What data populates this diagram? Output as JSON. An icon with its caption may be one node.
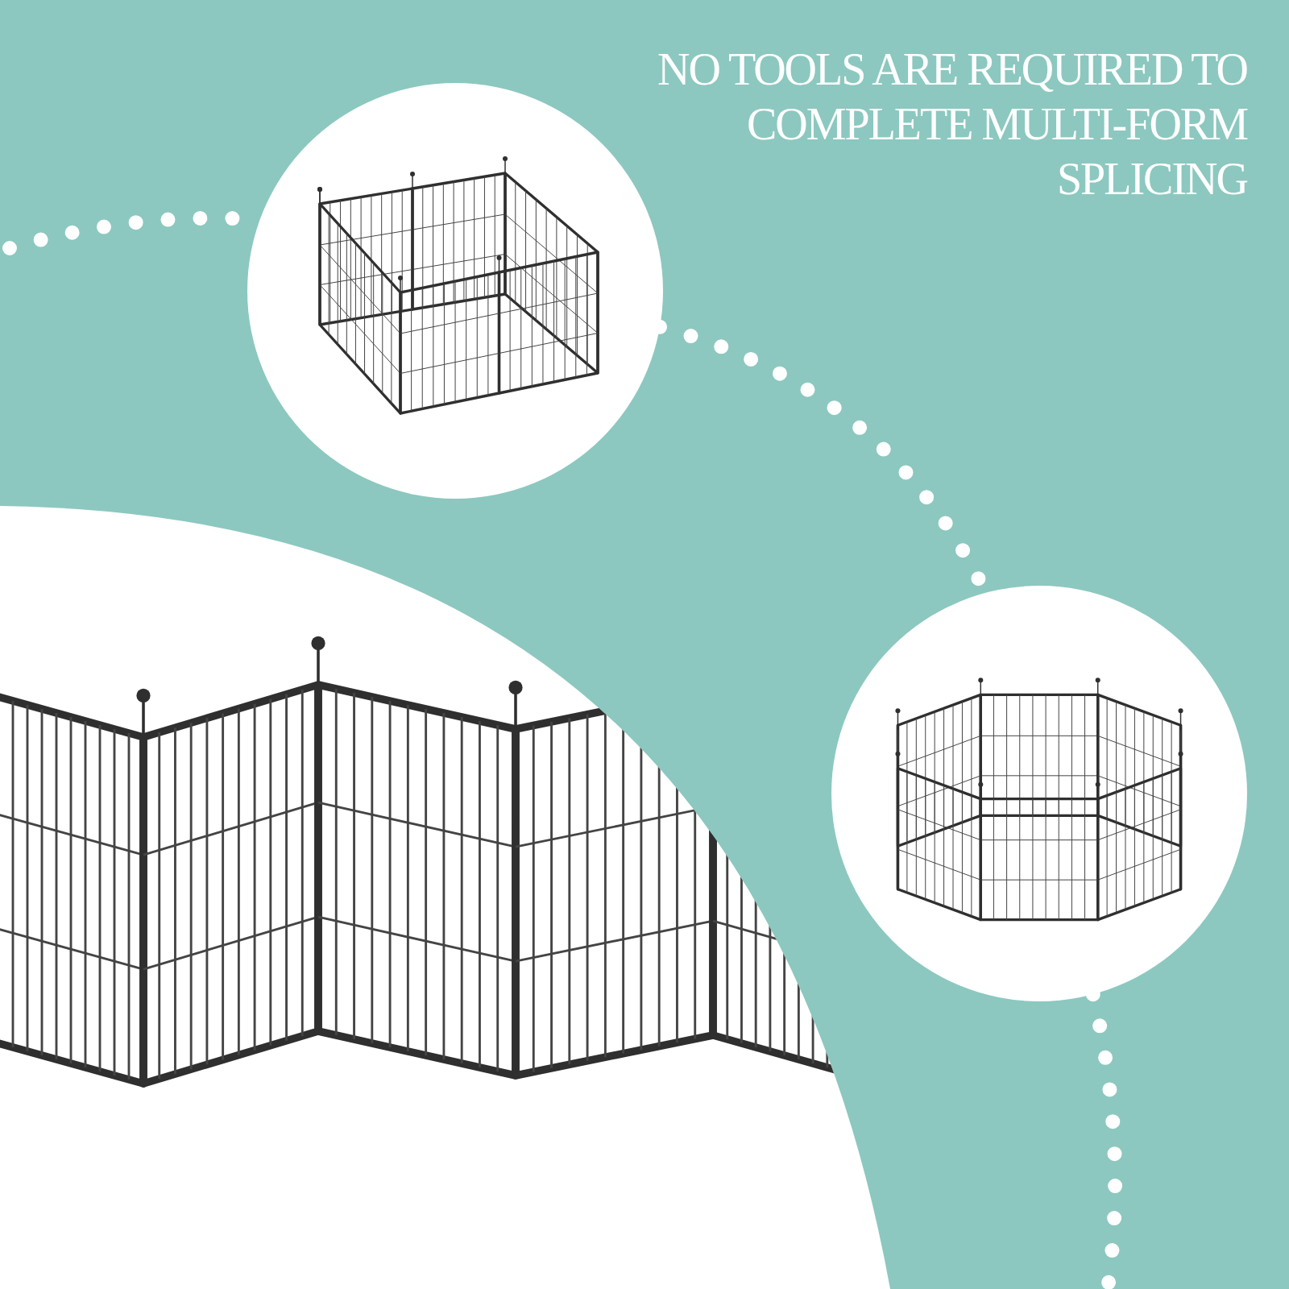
{
  "diagram": {
    "title": "NO TOOLS ARE REQUIRED TO COMPLETE MULTI-FORM SPLICING",
    "nodes": [
      {
        "text": [],
        "shape": "picture"
      },
      {
        "text": [],
        "shape": "picture"
      },
      {
        "text": [],
        "shape": "picture"
      }
    ],
    "edges": [
      {
        "from": null,
        "to": 0,
        "arrow": "none"
      },
      {
        "from": 0,
        "to": 1,
        "arrow": "none"
      },
      {
        "from": 1,
        "to": null,
        "arrow": "none"
      }
    ]
  }
}
